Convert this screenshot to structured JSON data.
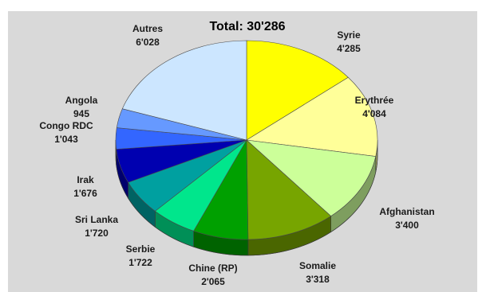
{
  "chart_data": {
    "type": "pie",
    "title": "Total: 30'286",
    "three_d": true,
    "series": [
      {
        "label": "Syrie",
        "value_label": "4'285",
        "value": 4285,
        "color": "#ffff00"
      },
      {
        "label": "Erythrée",
        "value_label": "4'084",
        "value": 4084,
        "color": "#ffff99"
      },
      {
        "label": "Afghanistan",
        "value_label": "3'400",
        "value": 3400,
        "color": "#ccff99"
      },
      {
        "label": "Somalie",
        "value_label": "3'318",
        "value": 3318,
        "color": "#77a500"
      },
      {
        "label": "Chine (RP)",
        "value_label": "2'065",
        "value": 2065,
        "color": "#00a000"
      },
      {
        "label": "Serbie",
        "value_label": "1'722",
        "value": 1722,
        "color": "#00e68c"
      },
      {
        "label": "Sri Lanka",
        "value_label": "1'720",
        "value": 1720,
        "color": "#00a0a0"
      },
      {
        "label": "Irak",
        "value_label": "1'676",
        "value": 1676,
        "color": "#0000b0"
      },
      {
        "label": "Congo RDC",
        "value_label": "1'043",
        "value": 1043,
        "color": "#3366ff"
      },
      {
        "label": "Angola",
        "value_label": "945",
        "value": 945,
        "color": "#6699ff"
      },
      {
        "label": "Autres",
        "value_label": "6'028",
        "value": 6028,
        "color": "#cce6ff"
      }
    ]
  }
}
